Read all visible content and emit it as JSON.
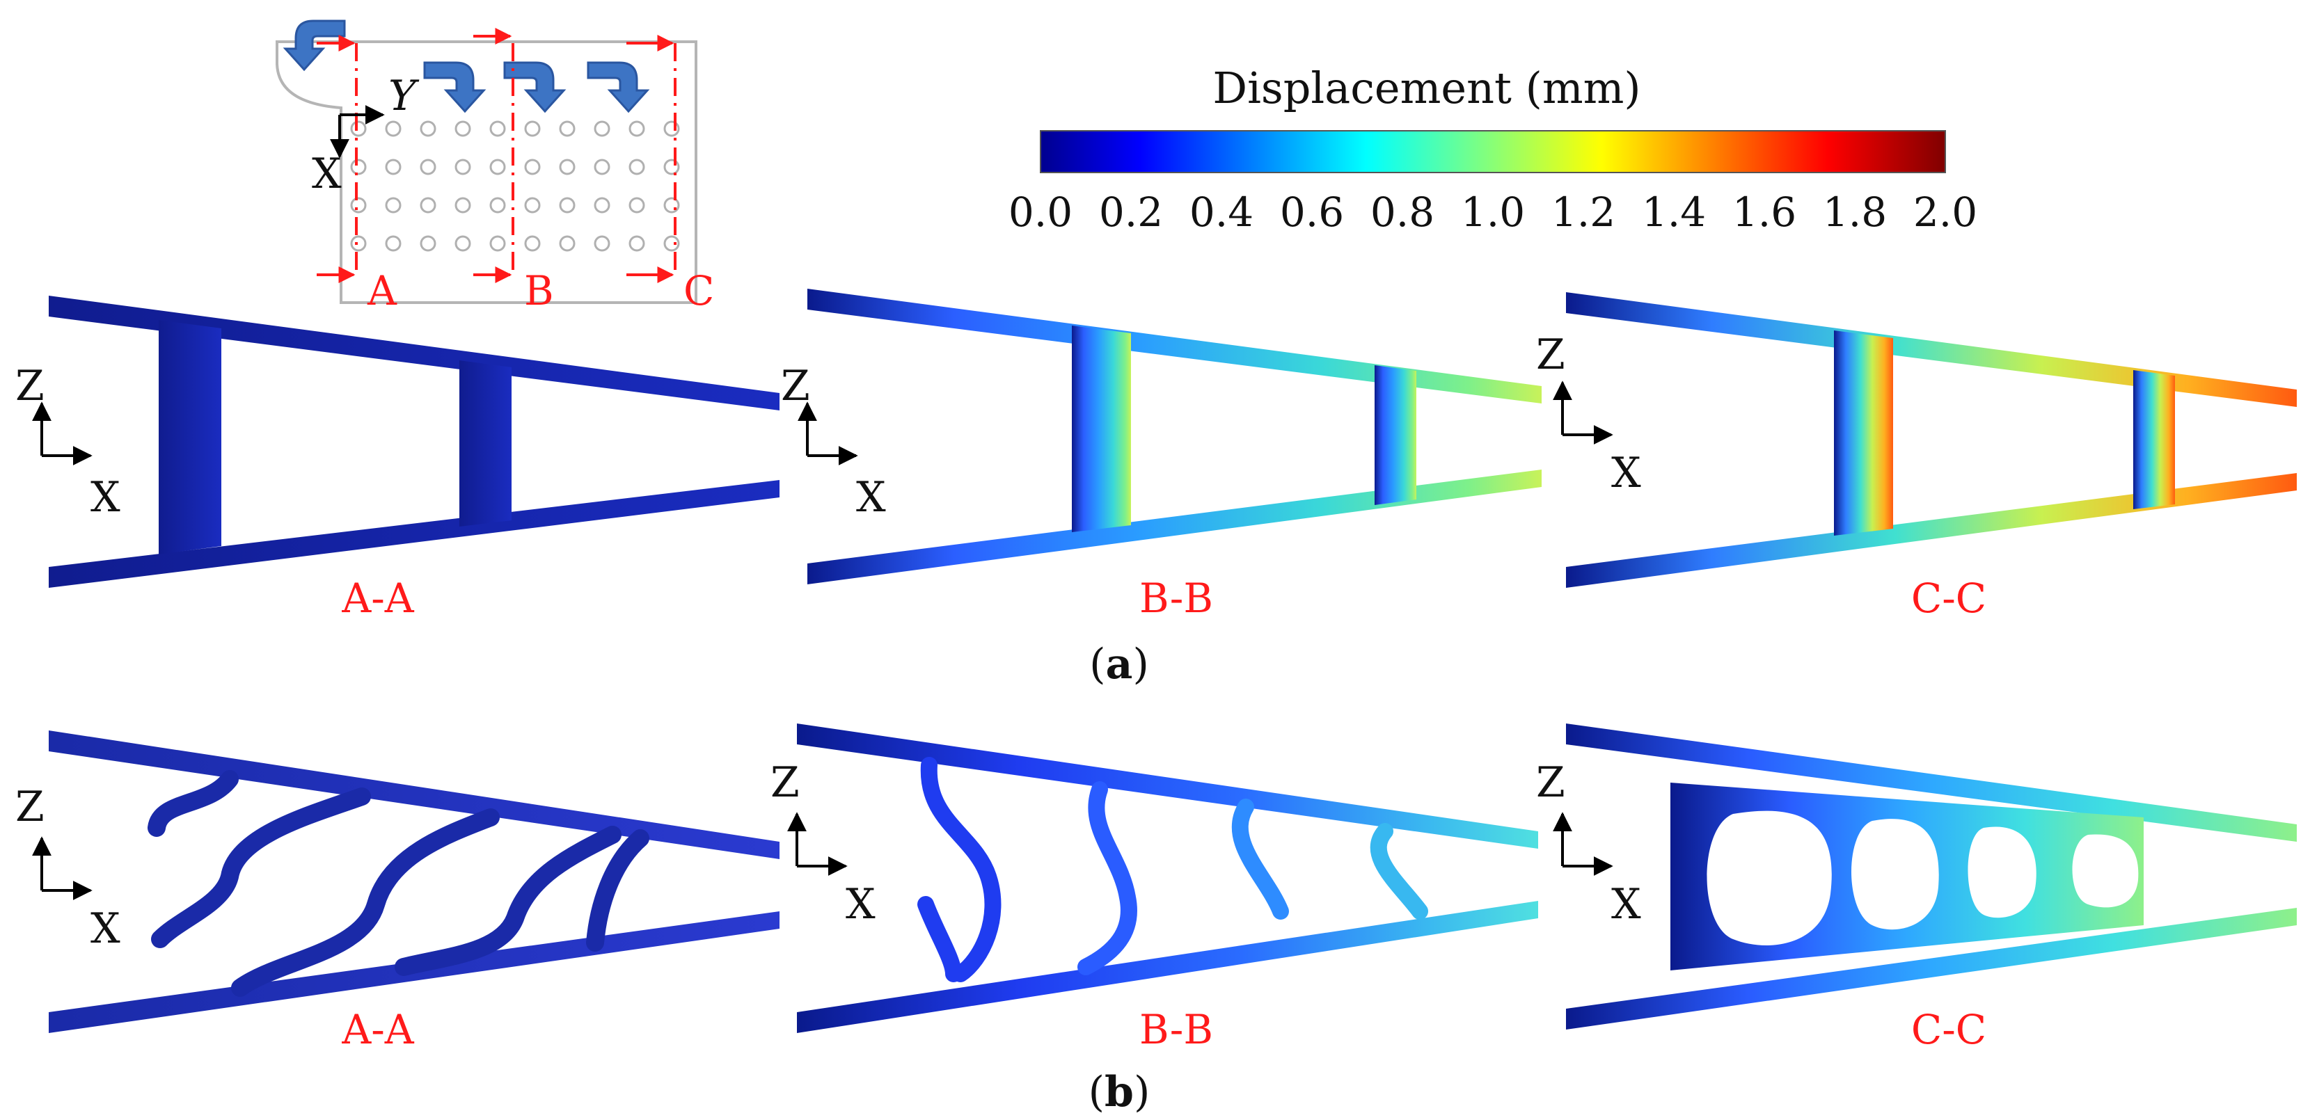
{
  "colorbar": {
    "title": "Displacement (mm)",
    "ticks": [
      "0.0",
      "0.2",
      "0.4",
      "0.6",
      "0.8",
      "1.0",
      "1.2",
      "1.4",
      "1.6",
      "1.8",
      "2.0"
    ],
    "range": [
      0.0,
      2.0
    ],
    "colormap": "jet"
  },
  "inset": {
    "axis_y": "Y",
    "axis_x": "X",
    "sections": [
      "A",
      "B",
      "C"
    ]
  },
  "axes": {
    "z": "Z",
    "x": "X"
  },
  "row_a": {
    "panels": [
      {
        "label": "A-A"
      },
      {
        "label": "B-B"
      },
      {
        "label": "C-C"
      }
    ],
    "caption_open": "(",
    "caption_letter": "a",
    "caption_close": ")"
  },
  "row_b": {
    "panels": [
      {
        "label": "A-A"
      },
      {
        "label": "B-B"
      },
      {
        "label": "C-C"
      }
    ],
    "caption_open": "(",
    "caption_letter": "b",
    "caption_close": ")"
  },
  "colors": {
    "dark_blue": "#0a1a8c",
    "section_red": "#ff1a1a",
    "arrow_blue": "#3d74c4"
  }
}
